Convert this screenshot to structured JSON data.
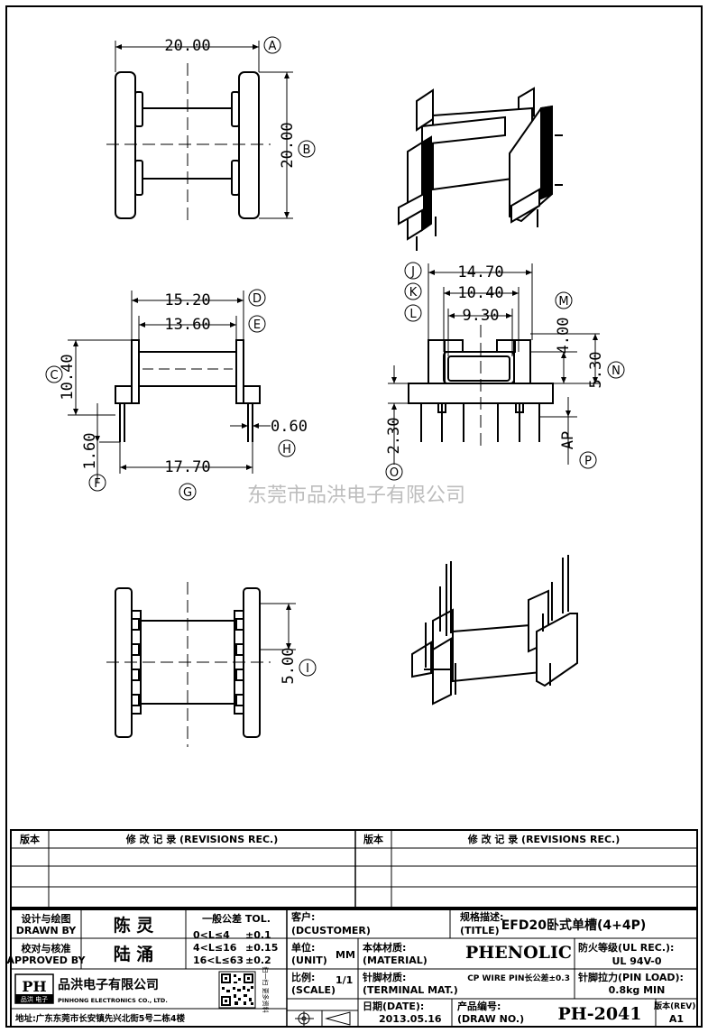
{
  "watermark": "东莞市品洪电子有限公司",
  "dimensions": {
    "A": "20.00",
    "B": "20.00",
    "C": "10.40",
    "D": "15.20",
    "E": "13.60",
    "F": "1.60",
    "G": "17.70",
    "H": "0.60",
    "I": "5.00",
    "J": "14.70",
    "K": "10.40",
    "L": "9.30",
    "M": "4.00",
    "N": "5.30",
    "O": "2.30",
    "P": "AP"
  },
  "markers": {
    "A": "A",
    "B": "B",
    "C": "C",
    "D": "D",
    "E": "E",
    "F": "F",
    "G": "G",
    "H": "H",
    "I": "I",
    "J": "J",
    "K": "K",
    "L": "L",
    "M": "M",
    "N": "N",
    "O": "O",
    "P": "P"
  },
  "revisions": {
    "version_header": "版本",
    "record_header": "修 改 记 录 (REVISIONS REC.)",
    "version_header_2": "版本",
    "record_header_2": "修 改 记 录 (REVISIONS REC.)"
  },
  "title_block": {
    "designer_label_cn": "设计与绘图",
    "designer_label_en": "DRAWN BY",
    "designer_name": "陈 灵",
    "approver_label_cn": "校对与核准",
    "approver_label_en": "APPROVED BY",
    "approver_name": "陆 涌",
    "tolerance_title": "一般公差 TOL.",
    "tol_rows": [
      {
        "range": "0<L≤4",
        "tol": "±0.1"
      },
      {
        "range": "4<L≤16",
        "tol": "±0.15"
      },
      {
        "range": "16<L≤63",
        "tol": "±0.2"
      }
    ],
    "customer_label": "客户:",
    "customer_value": "(DCUSTOMER)",
    "unit_label_cn": "单位:",
    "unit_label_en": "(UNIT)",
    "unit_value": "MM",
    "scale_label_cn": "比例:",
    "scale_label_en": "(SCALE)",
    "scale_value": "1/1",
    "title_label_cn": "规格描述:",
    "title_label_en": "(TITLE)",
    "title_value": "EFD20卧式单槽(4+4P)",
    "material_label_cn": "本体材质:",
    "material_label_en": "(MATERIAL)",
    "material_value": "PHENOLIC",
    "flame_label": "防火等级(UL REC.):",
    "flame_value": "UL 94V-0",
    "terminal_label_cn": "针脚材质:",
    "terminal_label_en": "(TERMINAL MAT.)",
    "terminal_value": "CP WIRE PIN长公差±0.3",
    "pinload_label": "针脚拉力(PIN LOAD):",
    "pinload_value": "0.8kg MIN",
    "date_label": "日期(DATE):",
    "date_value": "2013.05.16",
    "drawno_label_cn": "产品编号:",
    "drawno_label_en": "(DRAW NO.)",
    "drawno_value": "PH-2041",
    "rev_label": "版本(REV):",
    "rev_value": "A1",
    "company_logo": "PH",
    "company_logo_sub": "品洪 电子",
    "company_name": "品洪电子有限公司",
    "company_en": "PINHONG ELECTRONICS CO., LTD.",
    "address": "地址:广东东莞市长安镇先兴北街5号二栋4楼",
    "qr_caption": "扫一扫 更多资料"
  }
}
